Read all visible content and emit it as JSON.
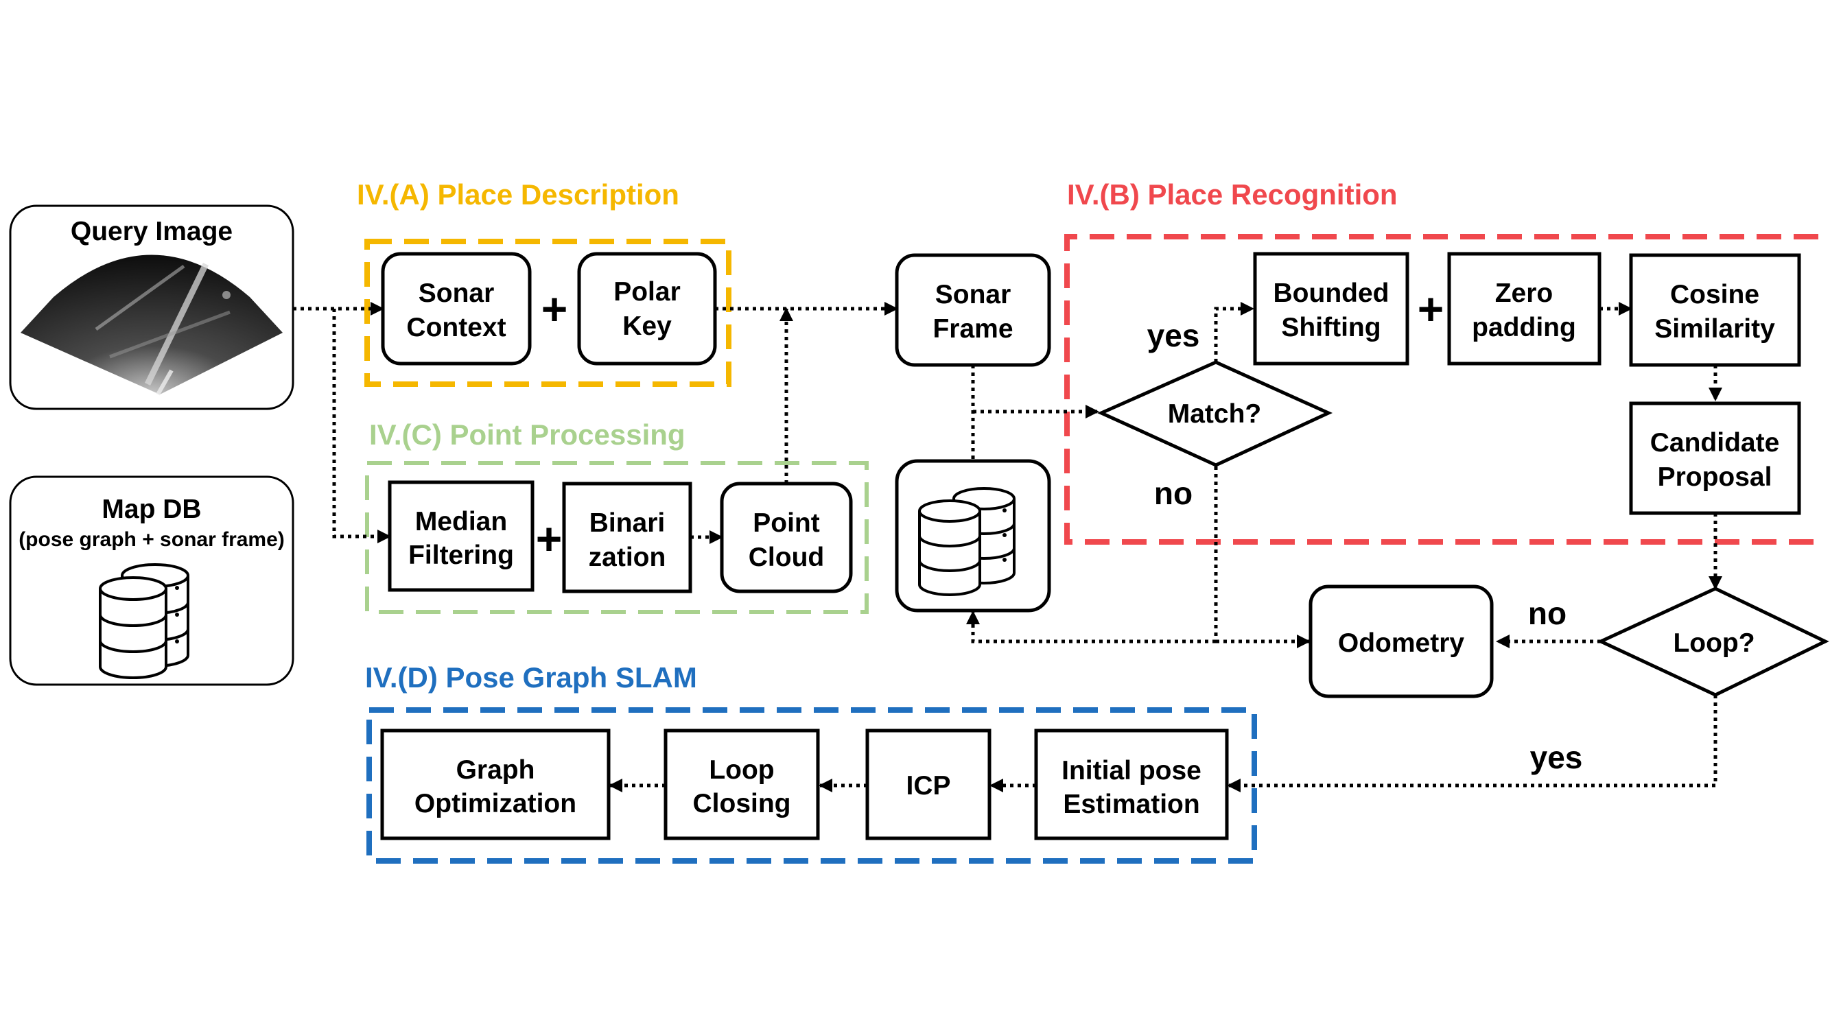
{
  "sections": {
    "place_description": {
      "title": "IV.(A) Place Description",
      "color": "#f5b700"
    },
    "place_recognition": {
      "title": "IV.(B) Place Recognition",
      "color": "#f0484d"
    },
    "point_processing": {
      "title": "IV.(C) Point Processing",
      "color": "#a9d18e"
    },
    "pose_graph_slam": {
      "title": "IV.(D) Pose Graph SLAM",
      "color": "#1f6fbf"
    }
  },
  "inputs": {
    "query_image": {
      "title": "Query  Image"
    },
    "map_db": {
      "title": "Map DB",
      "subtitle": "(pose graph + sonar frame)"
    }
  },
  "nodes": {
    "sonar_context": [
      "Sonar",
      "Context"
    ],
    "polar_key": [
      "Polar",
      "Key"
    ],
    "median_filtering": [
      "Median",
      "Filtering"
    ],
    "binarization": [
      "Binari",
      "zation"
    ],
    "point_cloud": [
      "Point",
      "Cloud"
    ],
    "sonar_frame": [
      "Sonar",
      "Frame"
    ],
    "bounded_shifting": [
      "Bounded",
      "Shifting"
    ],
    "zero_padding": [
      "Zero",
      "padding"
    ],
    "cosine_similarity": [
      "Cosine",
      "Similarity"
    ],
    "candidate_proposal": [
      "Candidate",
      "Proposal"
    ],
    "match": "Match?",
    "loop": "Loop?",
    "odometry": "Odometry",
    "graph_optimization": [
      "Graph",
      "Optimization"
    ],
    "loop_closing": [
      "Loop",
      "Closing"
    ],
    "icp": "ICP",
    "initial_pose_estimation": [
      "Initial pose",
      "Estimation"
    ]
  },
  "edge_labels": {
    "match_yes": "yes",
    "match_no": "no",
    "loop_no": "no",
    "loop_yes": "yes"
  },
  "symbols": {
    "plus": "+"
  },
  "icons": [
    "sonar-image-icon",
    "database-icon"
  ]
}
